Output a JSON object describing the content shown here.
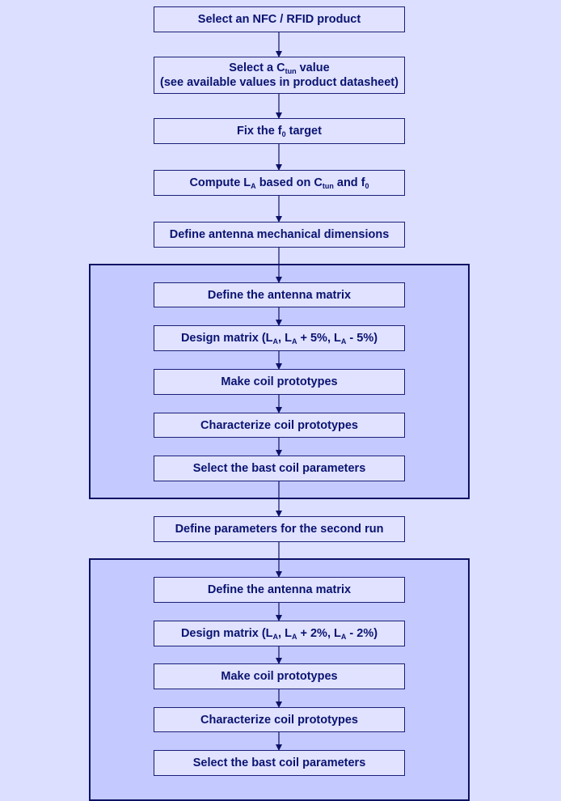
{
  "steps": {
    "s1": {
      "t1": "Select an NFC / RFID product"
    },
    "s2": {
      "t1": "Select a C",
      "sub1": "tun",
      "t2": " value",
      "line2": "(see available values in product datasheet)"
    },
    "s3": {
      "t1": "Fix the f",
      "sub1": "0",
      "t2": " target"
    },
    "s4": {
      "t1": "Compute L",
      "sub1": "A",
      "t2": " based on C",
      "sub2": "tun",
      "t3": " and f",
      "sub3": "0"
    },
    "s5": {
      "t1": "Define antenna mechanical dimensions"
    },
    "g1": {
      "s6": {
        "t1": "Define the antenna matrix"
      },
      "s7": {
        "t1": "Design matrix (L",
        "sub1": "A",
        "t2": ", L",
        "sub2": "A",
        "t3": " + 5%, L",
        "sub3": "A",
        "t4": " - 5%)"
      },
      "s8": {
        "t1": "Make coil prototypes"
      },
      "s9": {
        "t1": "Characterize coil prototypes"
      },
      "s10": {
        "t1": "Select the bast coil parameters"
      }
    },
    "s11": {
      "t1": "Define parameters for the second run"
    },
    "g2": {
      "s12": {
        "t1": "Define the antenna matrix"
      },
      "s13": {
        "t1": "Design matrix (L",
        "sub1": "A",
        "t2": ", L",
        "sub2": "A",
        "t3": " + 2%, L",
        "sub3": "A",
        "t4": " - 2%)"
      },
      "s14": {
        "t1": "Make coil prototypes"
      },
      "s15": {
        "t1": "Characterize coil prototypes"
      },
      "s16": {
        "t1": "Select the bast coil parameters"
      }
    }
  },
  "colors": {
    "background": "#dcdfff",
    "group_fill": "#c4c9ff",
    "box_fill": "#e0e2ff",
    "stroke": "#0c1266",
    "text": "#0a1370"
  }
}
